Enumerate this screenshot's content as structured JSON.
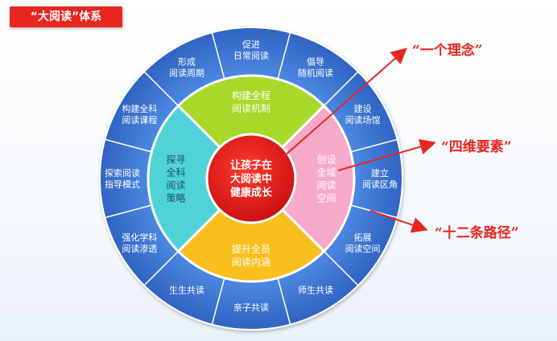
{
  "title": "“大阅读”体系",
  "center": {
    "lines": [
      "让孩子在",
      "大阅读中",
      "健康成长"
    ]
  },
  "quadrants": {
    "top": {
      "lines": [
        "构建全程",
        "阅读机制"
      ],
      "color": "#a8d82a"
    },
    "right": {
      "lines": [
        "创设",
        "全域",
        "阅读",
        "空间"
      ],
      "color": "#f7a9c8"
    },
    "bottom": {
      "lines": [
        "提升全员",
        "阅读内涵"
      ],
      "color": "#f9bf1d"
    },
    "left": {
      "lines": [
        "探寻",
        "全科",
        "阅读",
        "策略"
      ],
      "color": "#4fd3d9"
    }
  },
  "outer_segments": [
    {
      "lines": [
        "促进",
        "日常阅读"
      ]
    },
    {
      "lines": [
        "倡导",
        "随机阅读"
      ]
    },
    {
      "lines": [
        "建设",
        "阅读场馆"
      ]
    },
    {
      "lines": [
        "建立",
        "阅读区角"
      ]
    },
    {
      "lines": [
        "拓展",
        "阅读空间"
      ]
    },
    {
      "lines": [
        "师生共读"
      ]
    },
    {
      "lines": [
        "亲子共读"
      ]
    },
    {
      "lines": [
        "生生共读"
      ]
    },
    {
      "lines": [
        "强化学科",
        "阅读渗透"
      ]
    },
    {
      "lines": [
        "探索阅读",
        "指导模式"
      ]
    },
    {
      "lines": [
        "构建全科",
        "阅读课程"
      ]
    },
    {
      "lines": [
        "形成",
        "阅读周期"
      ]
    }
  ],
  "callouts": [
    "“一个理念”",
    "“四维要素”",
    "“十二条路径”"
  ],
  "colors": {
    "outer_ring": "#3c78d8",
    "center": "#e41b1b",
    "arrow": "#e8251f",
    "text_dark": "#222222",
    "text_light": "#ffffff"
  }
}
